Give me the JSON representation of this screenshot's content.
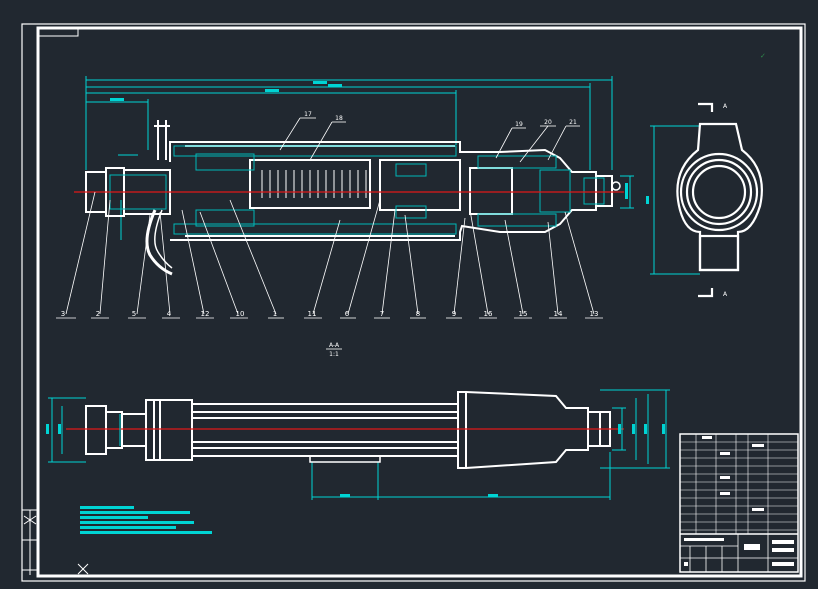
{
  "colors": {
    "background": "#212830",
    "frame": "#ffffff",
    "dimension": "#00d4d4",
    "centerline": "#e01818",
    "hatch": "#00b8b8"
  },
  "section_view": {
    "part_numbers": [
      "3",
      "2",
      "5",
      "4",
      "12",
      "10",
      "1",
      "11",
      "6",
      "7",
      "8",
      "9",
      "16",
      "15",
      "14",
      "13"
    ],
    "top_part_numbers": [
      "17",
      "18",
      "19",
      "20",
      "21"
    ],
    "section_label_top": "A-A",
    "section_label_bottom": "1:1"
  },
  "end_view": {
    "section_mark_top": "A",
    "section_mark_bottom": "A"
  }
}
